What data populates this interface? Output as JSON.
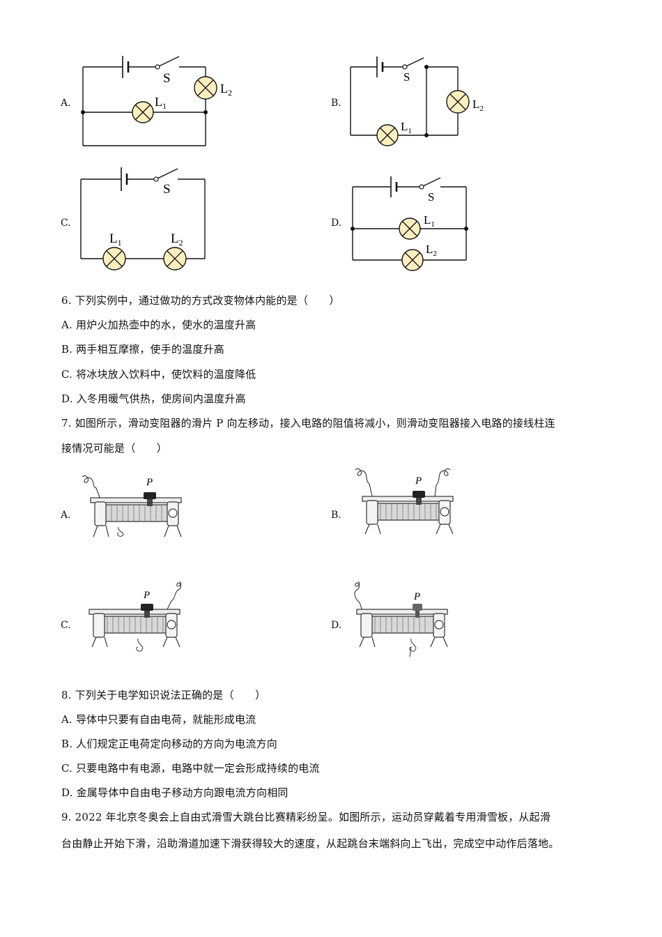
{
  "q5": {
    "options": {
      "a": "A.",
      "b": "B.",
      "c": "C.",
      "d": "D."
    },
    "labels": {
      "switch": "S",
      "l1": "L",
      "l2": "L",
      "sub1": "1",
      "sub2": "2"
    }
  },
  "q6": {
    "stem": "6. 下列实例中，通过做功的方式改变物体内能的是（　　）",
    "options": [
      "A. 用炉火加热壶中的水，使水的温度升高",
      "B. 两手相互摩擦，使手的温度升高",
      "C. 将冰块放入饮料中，使饮料的温度降低",
      "D. 入冬用暖气供热，使房间内温度升高"
    ]
  },
  "q7": {
    "stem_line1": "7. 如图所示，滑动变阻器的滑片 P 向左移动，接入电路的阻值将减小，则滑动变阻器接入电路的接线柱连",
    "stem_line2": "接情况可能是（　　）",
    "options": {
      "a": "A.",
      "b": "B.",
      "c": "C.",
      "d": "D."
    },
    "slider_label": "P"
  },
  "q8": {
    "stem": "8. 下列关于电学知识说法正确的是（　　）",
    "options": [
      "A. 导体中只要有自由电荷，就能形成电流",
      "B. 人们规定正电荷定向移动的方向为电流方向",
      "C. 只要电路中有电源，电路中就一定会形成持续的电流",
      "D. 金属导体中自由电子移动方向跟电流方向相同"
    ]
  },
  "q9": {
    "line1": "9. 2022 年北京冬奥会上自由式滑雪大跳台比赛精彩纷呈。如图所示，运动员穿戴着专用滑雪板，从起滑",
    "line2": "台由静止开始下滑，沿助滑道加速下滑获得较大的速度，从起跳台末端斜向上飞出，完成空中动作后落地。"
  },
  "colors": {
    "lamp_fill": "#fcefbf",
    "line": "#111111"
  }
}
